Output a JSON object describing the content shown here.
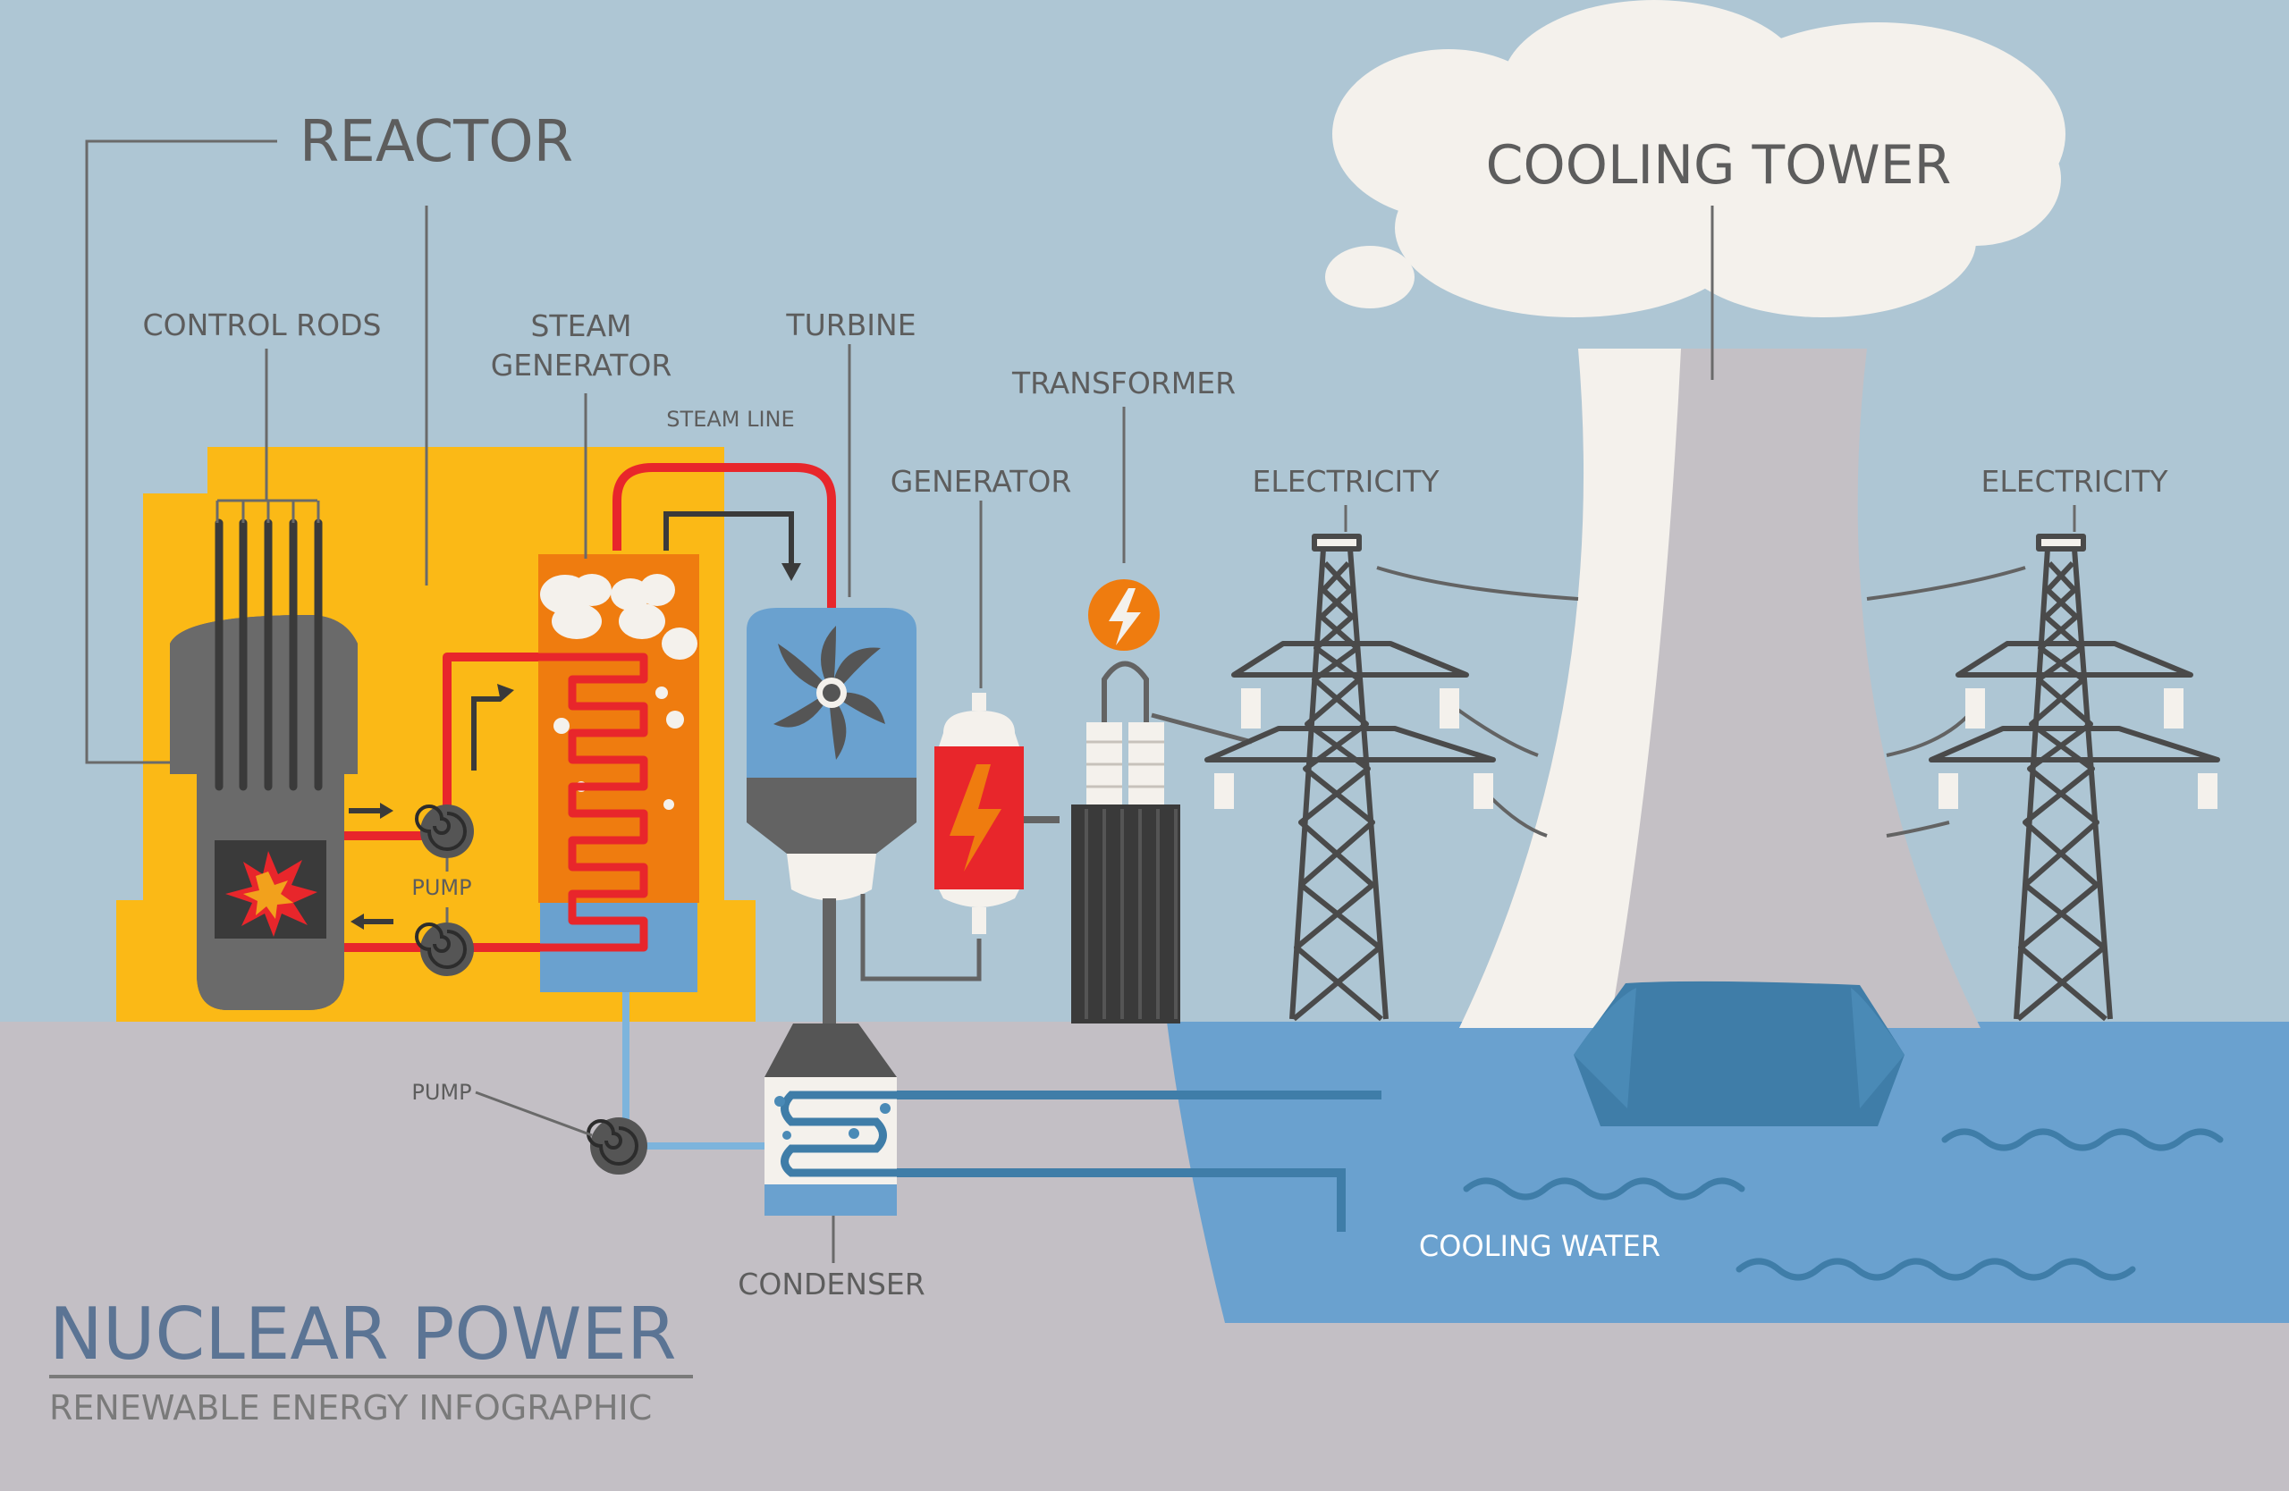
{
  "labels": {
    "reactor": "REACTOR",
    "control_rods": "CONTROL RODS",
    "steam_generator_line1": "STEAM",
    "steam_generator_line2": "GENERATOR",
    "steam_line": "STEAM LINE",
    "turbine": "TURBINE",
    "generator": "GENERATOR",
    "transformer": "TRANSFORMER",
    "electricity_left": "ELECTRICITY",
    "electricity_right": "ELECTRICITY",
    "cooling_tower": "COOLING TOWER",
    "pump_primary": "PUMP",
    "pump_cooling": "PUMP",
    "condenser": "CONDENSER",
    "cooling_water": "COOLING WATER"
  },
  "title": {
    "main": "NUCLEAR POWER",
    "sub": "RENEWABLE ENERGY INFOGRAPHIC"
  },
  "icons": [
    "explosion-icon",
    "fan-icon",
    "lightning-icon",
    "cloud-icon",
    "power-pylon-icon",
    "pump-icon"
  ],
  "colors": {
    "sky": "#aec6d4",
    "ground": "#c3bfc5",
    "reactor_building": "#fbb916",
    "steam_generator": "#ef7c0f",
    "hot_pipe": "#e8262b",
    "cooling_water": "#6aa1cf",
    "title": "#5b7494"
  }
}
